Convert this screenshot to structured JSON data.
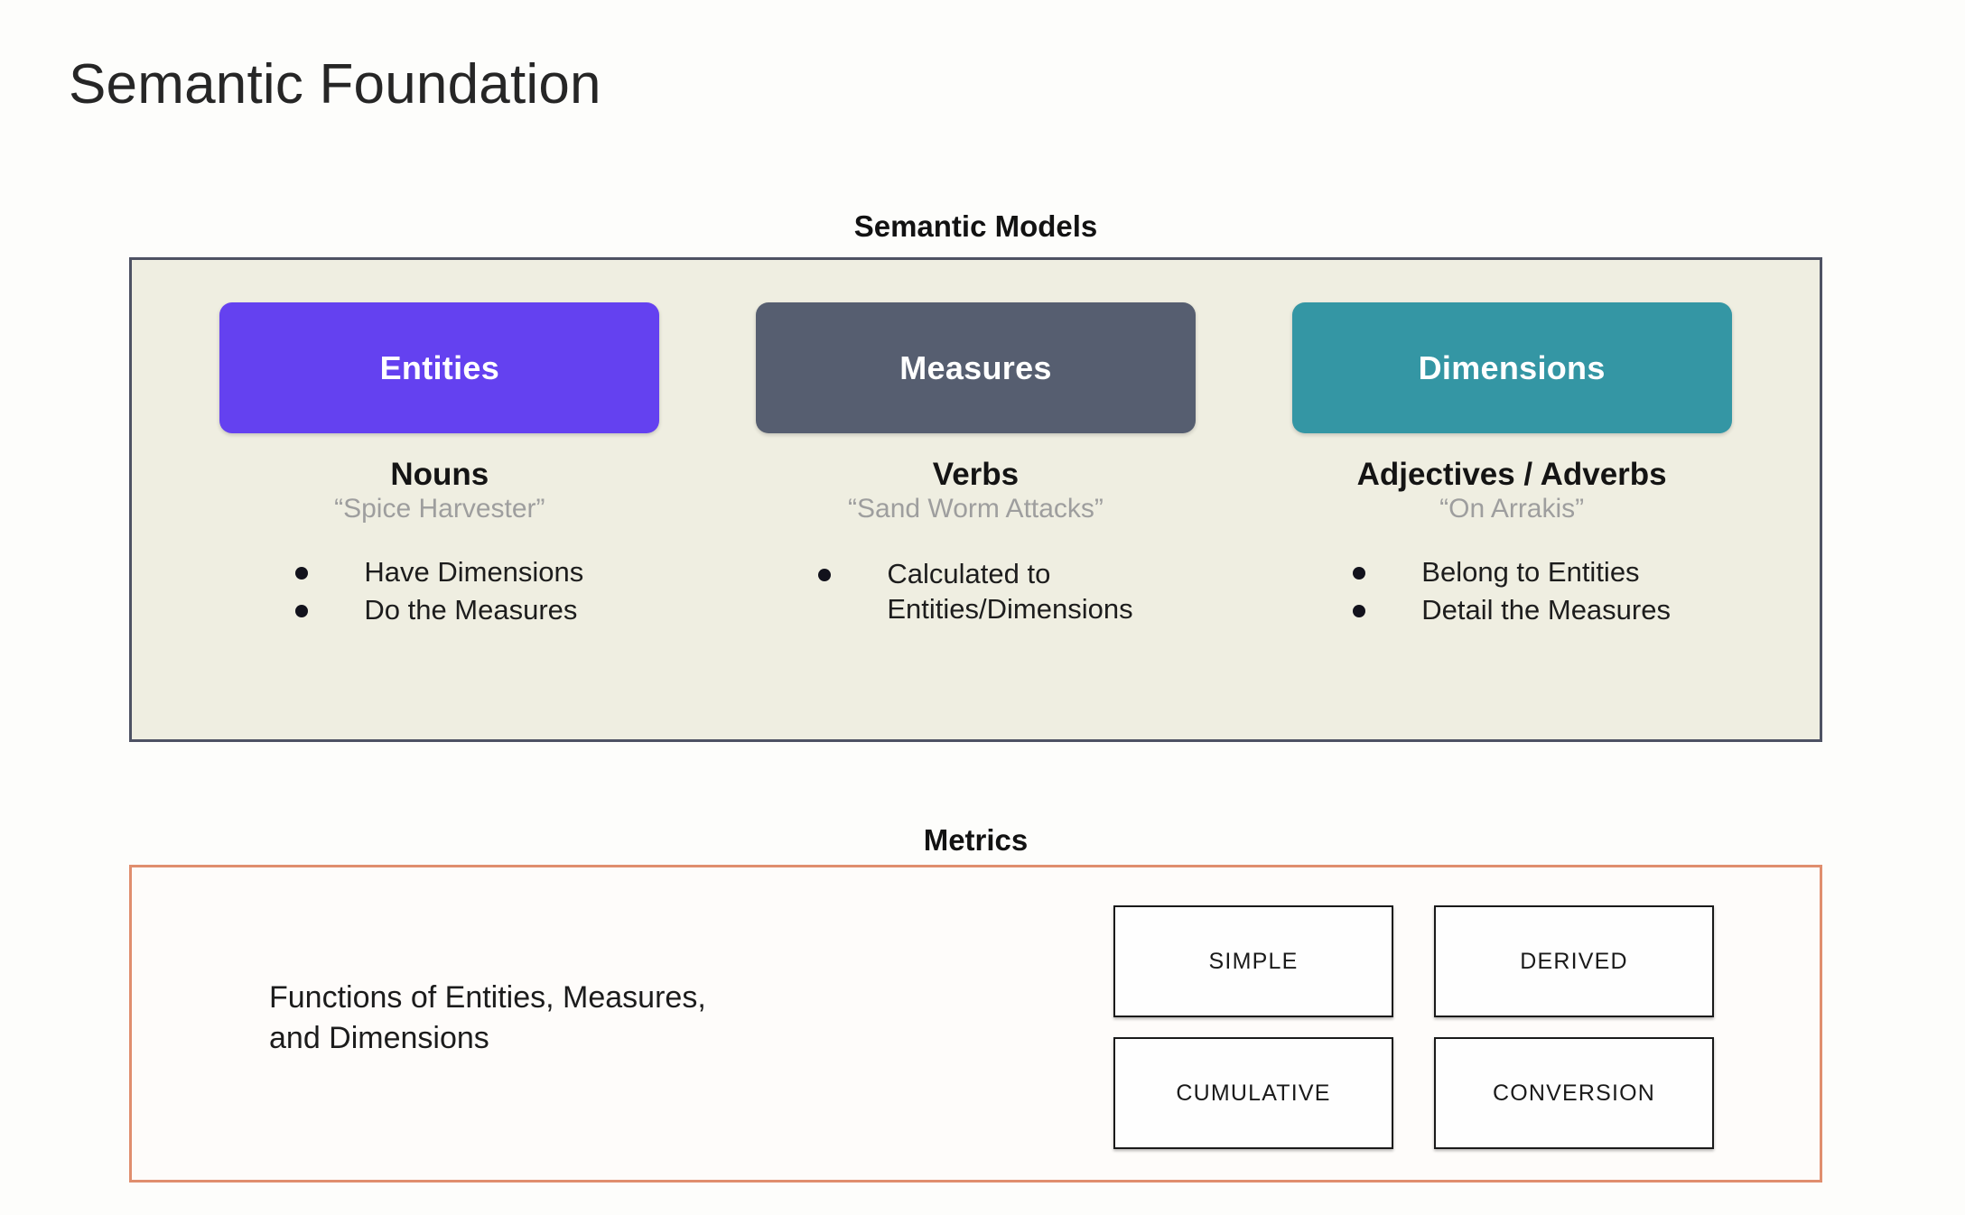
{
  "slide": {
    "title": "Semantic Foundation"
  },
  "semantic_models": {
    "heading": "Semantic Models",
    "cards": [
      {
        "label": "Entities",
        "color": "#6441f0"
      },
      {
        "label": "Measures",
        "color": "#565e70"
      },
      {
        "label": "Dimensions",
        "color": "#3496a4"
      }
    ],
    "columns": [
      {
        "title": "Nouns",
        "example": "“Spice Harvester”",
        "bullets": [
          "Have Dimensions",
          "Do the Measures"
        ]
      },
      {
        "title": "Verbs",
        "example": "“Sand Worm Attacks”",
        "bullets": [
          "Calculated to\nEntities/Dimensions"
        ]
      },
      {
        "title": "Adjectives / Adverbs",
        "example": "“On Arrakis”",
        "bullets": [
          "Belong to Entities",
          "Detail the Measures"
        ]
      }
    ],
    "panel_background": "#efeee1",
    "panel_border": "#4e5263"
  },
  "metrics": {
    "heading": "Metrics",
    "description": "Functions of Entities, Measures,\nand Dimensions",
    "types": [
      "SIMPLE",
      "DERIVED",
      "CUMULATIVE",
      "CONVERSION"
    ],
    "panel_border": "#e08e6e"
  }
}
